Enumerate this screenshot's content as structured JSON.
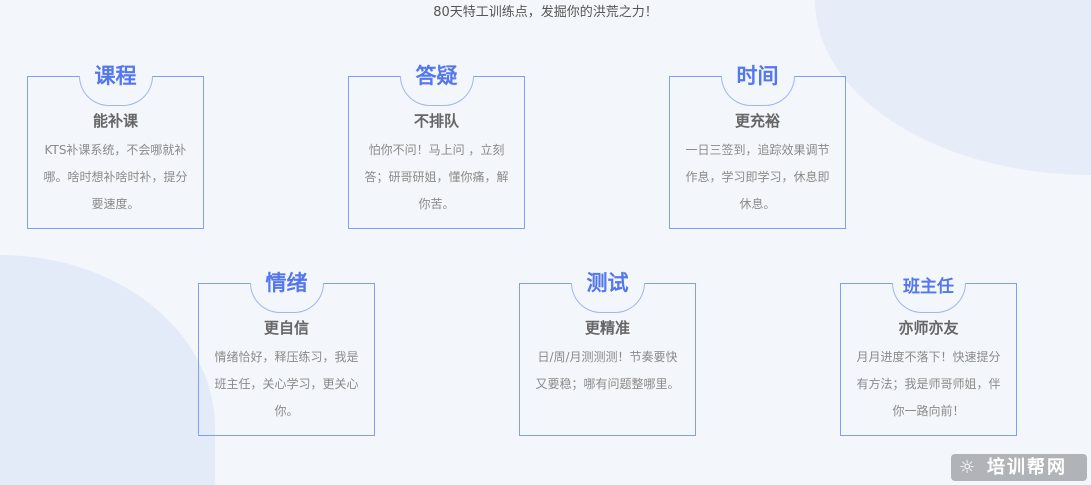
{
  "subtitle": "80天特工训练点，发掘你的洪荒之力！",
  "cards": [
    {
      "title": "课程",
      "sub": "能补课",
      "desc": "KTS补课系统，不会哪就补哪。啥时想补啥时补，提分要速度。"
    },
    {
      "title": "答疑",
      "sub": "不排队",
      "desc": "怕你不问！马上问 ，立刻答；研哥研姐，懂你痛，解你苦。"
    },
    {
      "title": "时间",
      "sub": "更充裕",
      "desc": "一日三签到，追踪效果调节作息，学习即学习，休息即休息。"
    },
    {
      "title": "情绪",
      "sub": "更自信",
      "desc": "情绪恰好，释压练习，我是班主任，关心学习，更关心你。"
    },
    {
      "title": "测试",
      "sub": "更精准",
      "desc": "日/周/月测测测！节奏要快又要稳；哪有问题整哪里。"
    },
    {
      "title": "班主任",
      "sub": "亦师亦友",
      "desc": "月月进度不落下！快速提分有方法；我是师哥师姐，伴你一路向前！"
    }
  ],
  "watermark": "培训帮网"
}
